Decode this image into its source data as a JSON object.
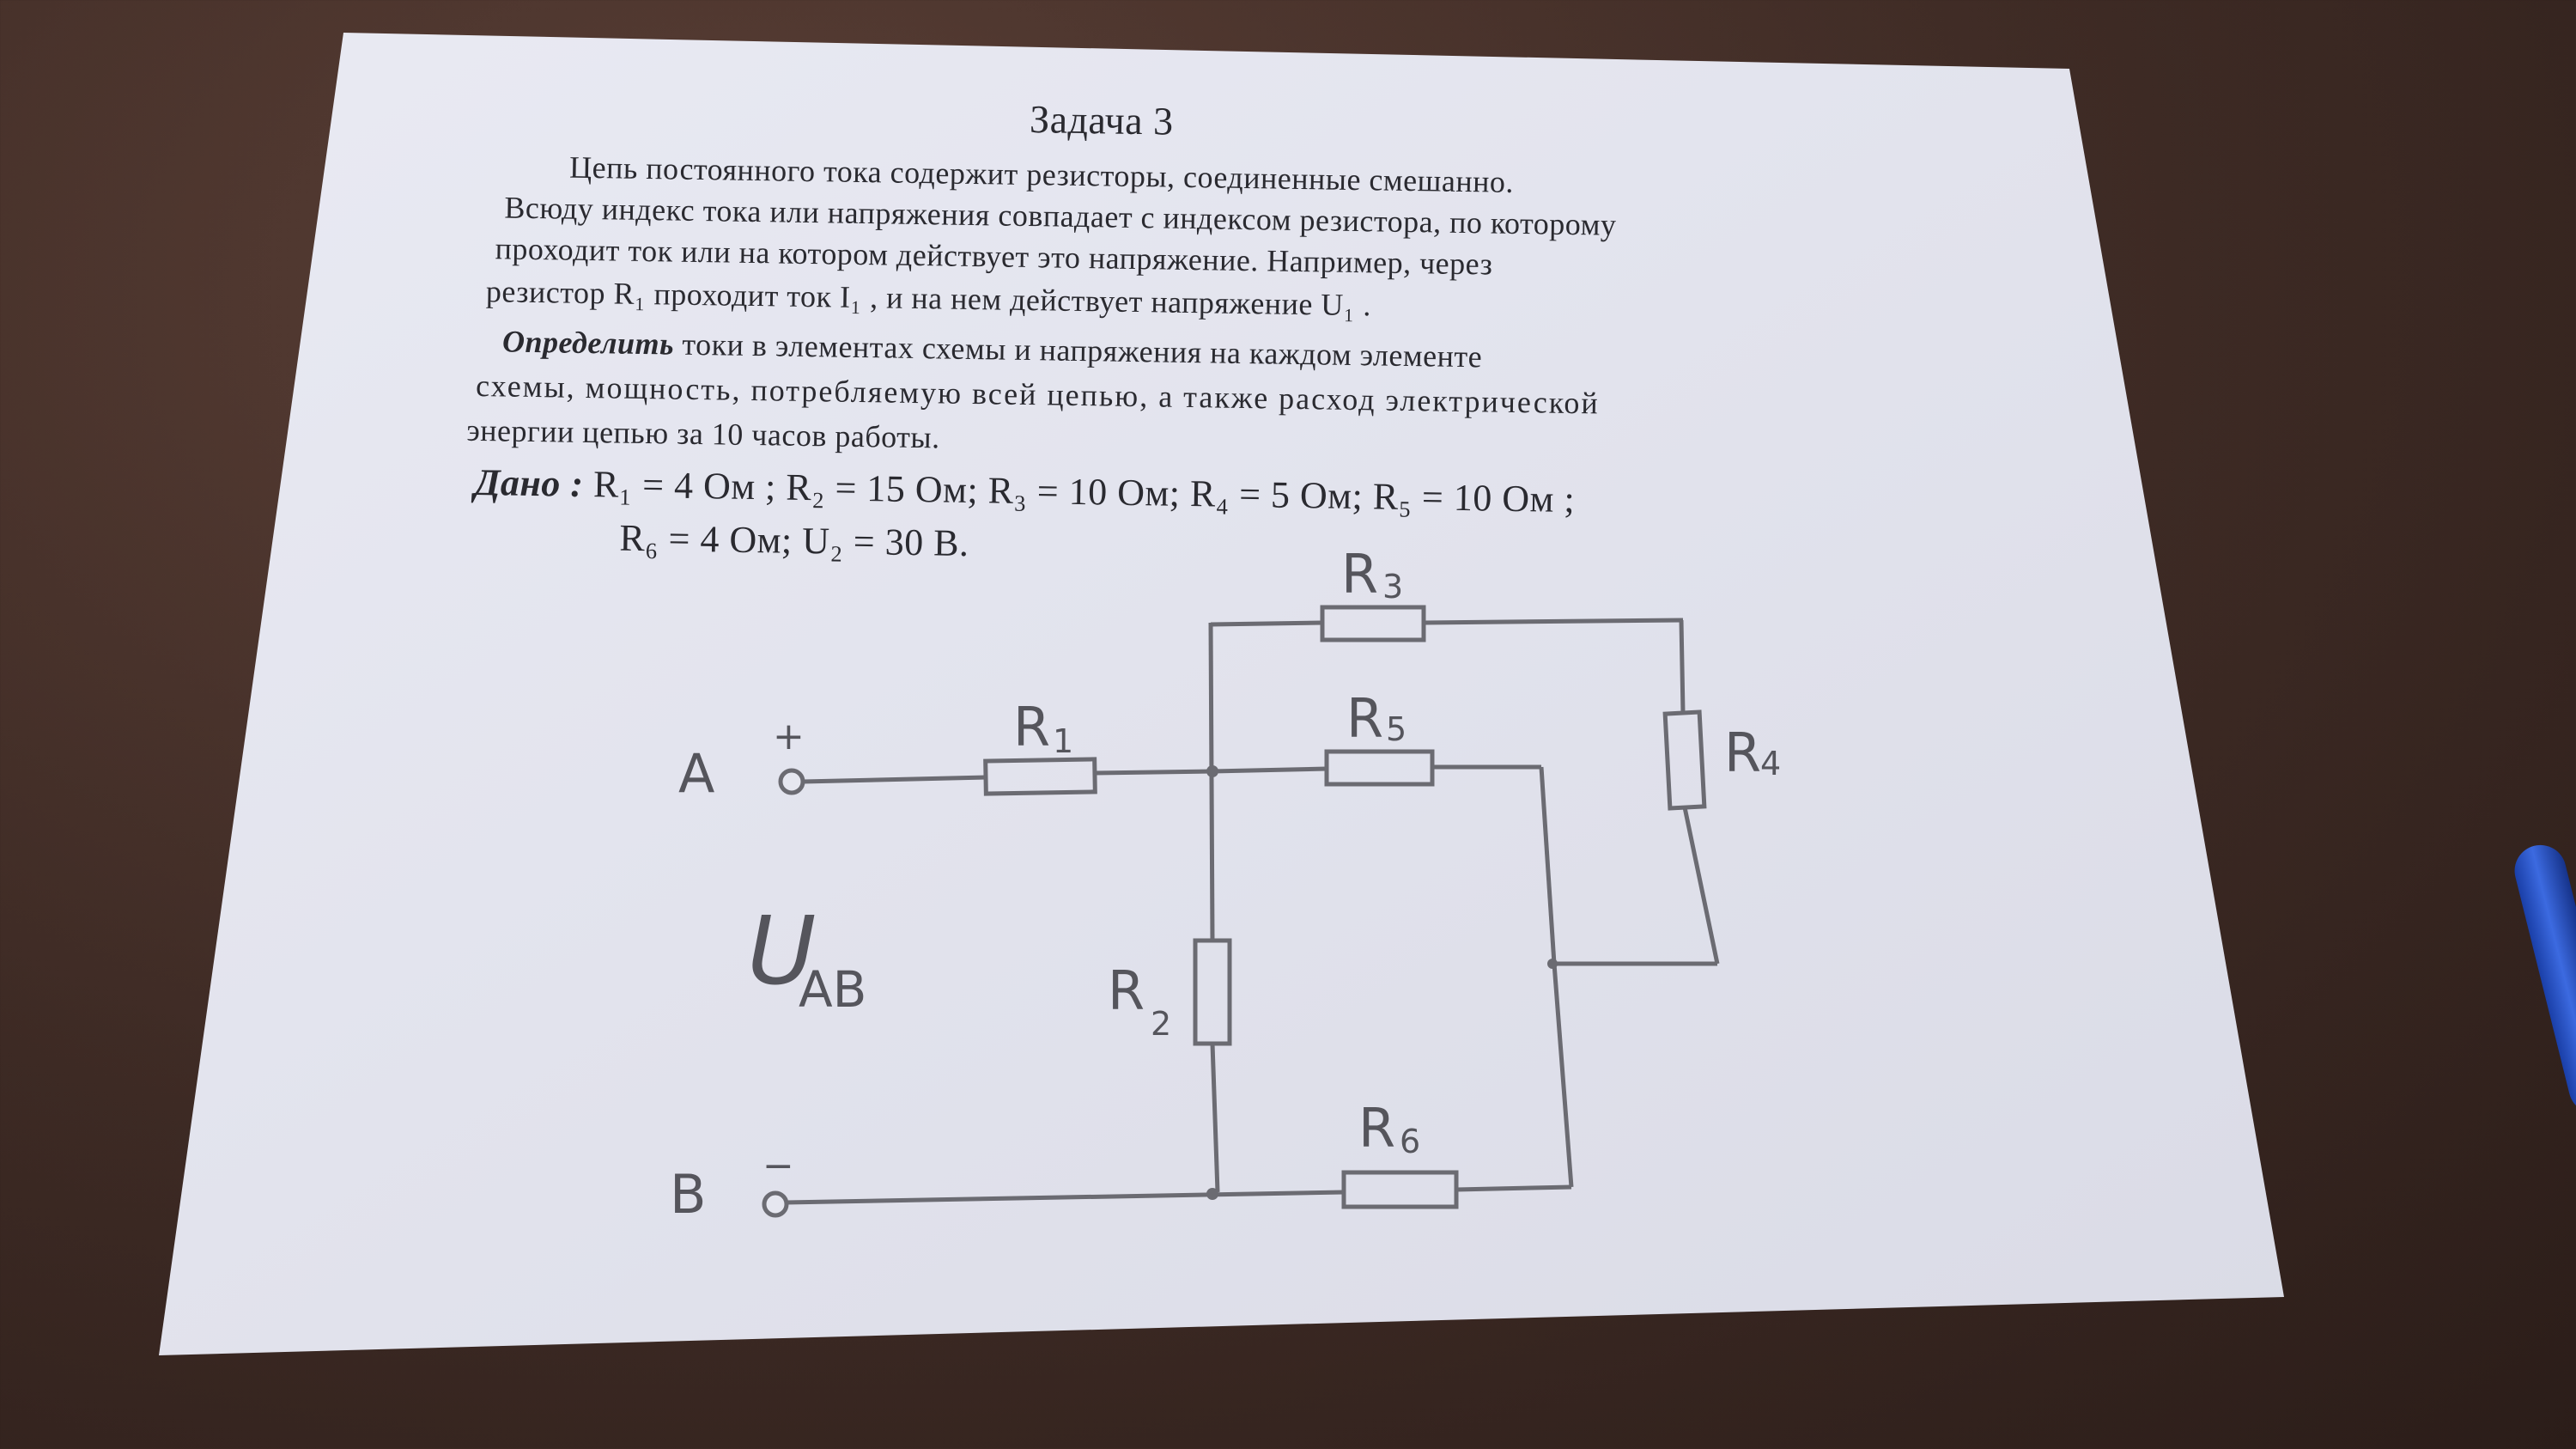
{
  "task": {
    "title": "Задача 3",
    "paragraph1": [
      "Цепь постоянного тока содержит резисторы, соединенные смешанно.",
      "Всюду индекс тока или напряжения совпадает с индексом резистора, по которому",
      "проходит ток или на котором действует это напряжение. Например, через",
      "резистор R₁ проходит ток I₁ , и на нем действует напряжение U₁ ."
    ],
    "determine_label": "Определить",
    "paragraph2": [
      "токи в элементах схемы и напряжения на каждом элементе",
      "схемы, мощность, потребляемую всей цепью, а также расход электрической",
      "энергии цепью за 10 часов работы."
    ],
    "given_label": "Дано :",
    "given_line1": "R₁ = 4 Ом ;   R₂ = 15 Ом;   R₃ = 10 Ом;   R₄ = 5 Ом;   R₅ = 10 Ом ;",
    "given_line2": "R₆ = 4 Ом;   U₂ = 30 В."
  },
  "schematic": {
    "terminal_a": "A",
    "terminal_a_sign": "+",
    "terminal_b": "B",
    "terminal_b_sign": "−",
    "voltage_main": "U",
    "voltage_sub": "AB",
    "resistors": [
      {
        "letter": "R",
        "index": "1"
      },
      {
        "letter": "R",
        "index": "2"
      },
      {
        "letter": "R",
        "index": "3"
      },
      {
        "letter": "R",
        "index": "4"
      },
      {
        "letter": "R",
        "index": "5"
      },
      {
        "letter": "R",
        "index": "6"
      }
    ]
  },
  "colors": {
    "paper": "#e6e7f0",
    "ink": "#2a2a30",
    "pencil": "#6b6b72",
    "table": "#3d2a24",
    "pen": "#2f5ad0"
  }
}
